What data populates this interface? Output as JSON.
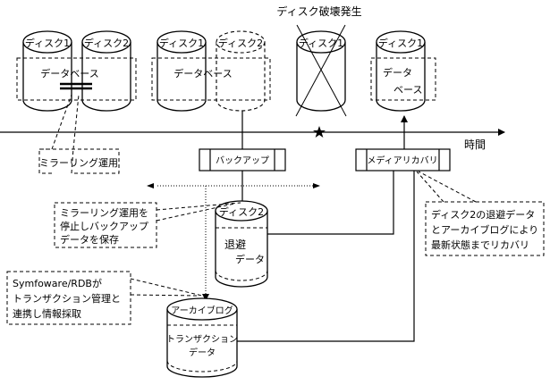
{
  "diagram": {
    "title_event": "ディスク破壊発生",
    "time_axis_label": "時間",
    "stages": [
      {
        "id": "mirroring",
        "disks": [
          {
            "label": "ディスク1"
          },
          {
            "label": "ディスク2"
          }
        ],
        "group_label": "データベース"
      },
      {
        "id": "backup",
        "disks": [
          {
            "label": "ディスク1"
          },
          {
            "label": "ディスク2",
            "style": "dashed"
          }
        ],
        "group_label": "データベース"
      },
      {
        "id": "failure",
        "disks": [
          {
            "label": "ディスク1",
            "state": "destroyed"
          }
        ]
      },
      {
        "id": "recovered",
        "disks": [
          {
            "label": "ディスク1"
          }
        ],
        "group_label_line1": "データ",
        "group_label_line2": "ベース"
      }
    ],
    "process_boxes": {
      "backup": "バックアップ",
      "media_recovery": "メディアリカバリ"
    },
    "storage": {
      "saved_disk": {
        "label": "ディスク2",
        "content_line1": "退避",
        "content_line2": "データ"
      },
      "archive_log": {
        "label": "アーカイブログ",
        "content_line1": "トランザクション",
        "content_line2": "データ"
      }
    },
    "callouts": {
      "mirroring_op": "ミラーリング運用",
      "stop_mirroring": [
        "ミラーリング運用を",
        "停止しバックアップ",
        "データを保存"
      ],
      "symfoware": [
        "Symfoware/RDBが",
        "トランザクション管理と",
        "連携し情報採取"
      ],
      "recovery": [
        "ディスク2の退避データ",
        "とアーカイブログにより",
        "最新状態までリカバリ"
      ]
    },
    "markers": {
      "failure_point": "star-icon"
    }
  }
}
